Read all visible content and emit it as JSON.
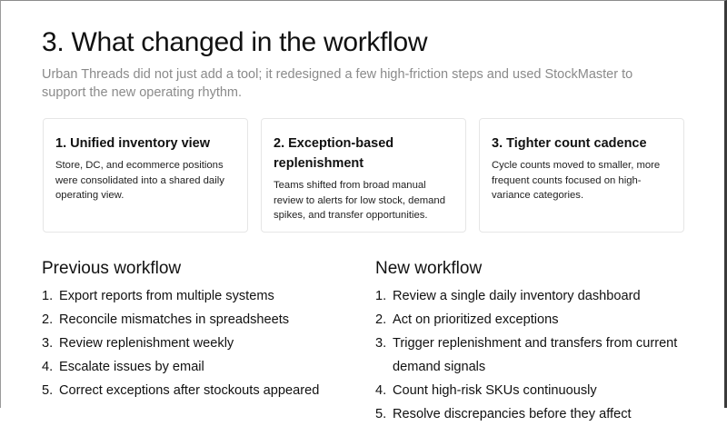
{
  "header": {
    "title": "3. What changed in the workflow",
    "subtitle": "Urban Threads did not just add a tool; it redesigned a few high-friction steps and used StockMaster to support the new operating rhythm."
  },
  "cards": [
    {
      "title": "1. Unified inventory view",
      "body": "Store, DC, and ecommerce positions were consolidated into a shared daily operating view."
    },
    {
      "title": "2. Exception-based replenishment",
      "body": "Teams shifted from broad manual review to alerts for low stock, demand spikes, and transfer opportunities."
    },
    {
      "title": "3. Tighter count cadence",
      "body": "Cycle counts moved to smaller, more frequent counts focused on high-variance categories."
    }
  ],
  "previous_workflow": {
    "title": "Previous workflow",
    "items": [
      {
        "num": "1.",
        "text": "Export reports from multiple systems"
      },
      {
        "num": "2.",
        "text": "Reconcile mismatches in spreadsheets"
      },
      {
        "num": "3.",
        "text": "Review replenishment weekly"
      },
      {
        "num": "4.",
        "text": "Escalate issues by email"
      },
      {
        "num": "5.",
        "text": "Correct exceptions after stockouts appeared"
      }
    ]
  },
  "new_workflow": {
    "title": "New workflow",
    "items": [
      {
        "num": "1.",
        "text": "Review a single daily inventory dashboard"
      },
      {
        "num": "2.",
        "text": "Act on prioritized exceptions"
      },
      {
        "num": "3.",
        "text": "Trigger replenishment and transfers from current demand signals"
      },
      {
        "num": "4.",
        "text": "Count high-risk SKUs continuously"
      },
      {
        "num": "5.",
        "text": "Resolve discrepancies before they affect"
      }
    ]
  }
}
